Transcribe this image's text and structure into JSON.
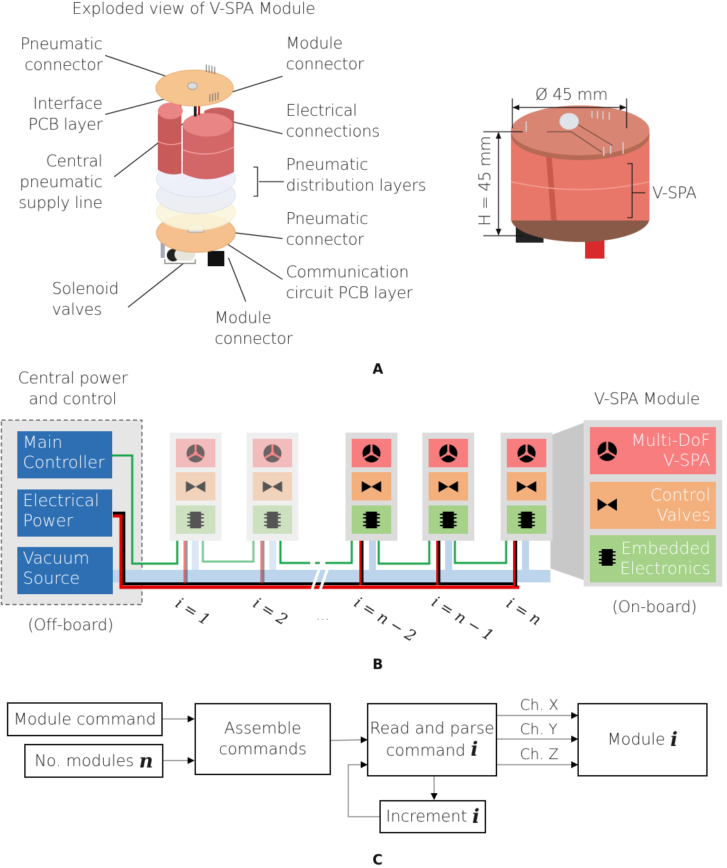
{
  "panel_a": {
    "title": "Exploded view of V-SPA Module",
    "left_labels": [
      {
        "l1": "Pneumatic",
        "l2": "connector"
      },
      {
        "l1": "Interface",
        "l2": "PCB layer"
      },
      {
        "l1": "Central",
        "l2": "pneumatic",
        "l3": "supply line"
      },
      {
        "l1": "Solenoid",
        "l2": "valves"
      }
    ],
    "right_labels": [
      {
        "l1": "Module",
        "l2": "connector"
      },
      {
        "l1": "Electrical",
        "l2": "connections"
      },
      {
        "l1": "Pneumatic",
        "l2": "distribution layers"
      },
      {
        "l1": "Pneumatic",
        "l2": "connector"
      },
      {
        "l1": "Communication",
        "l2": "circuit PCB layer"
      }
    ],
    "bottom_label": {
      "l1": "Module",
      "l2": "connector"
    },
    "photo": {
      "diameter": "Ø 45 mm",
      "height": "H = 45 mm",
      "vspa": "V-SPA"
    },
    "letter": "A"
  },
  "panel_b": {
    "central_title": {
      "l1": "Central power",
      "l2": "and control"
    },
    "central_boxes": [
      {
        "l1": "Main",
        "l2": "Controller"
      },
      {
        "l1": "Electrical",
        "l2": "Power"
      },
      {
        "l1": "Vacuum",
        "l2": "Source"
      }
    ],
    "off_board": "(Off-board)",
    "module_title": "V-SPA Module",
    "on_board": "(On-board)",
    "legend": [
      {
        "l1": "Multi-DoF",
        "l2": "V-SPA",
        "icon": "actuator-icon",
        "color": "#f77d7f"
      },
      {
        "l1": "Control",
        "l2": "Valves",
        "icon": "valve-icon",
        "color": "#f3b07d"
      },
      {
        "l1": "Embedded",
        "l2": "Electronics",
        "icon": "chip-icon",
        "color": "#a5d188"
      }
    ],
    "indices": [
      "i = 1",
      "i = 2",
      "…",
      "i = n − 2",
      "i = n − 1",
      "i = n"
    ],
    "colors": {
      "controller_blue": "#2e6fb3",
      "signal_green": "#1aa44a",
      "power_red": "#e00000",
      "ground_black": "#000000",
      "vacuum_blue": "#bcd4ec"
    },
    "letter": "B"
  },
  "panel_c": {
    "module_command": "Module command",
    "no_modules": "No. modules",
    "no_modules_var": "n",
    "assemble": {
      "l1": "Assemble",
      "l2": "commands"
    },
    "read_parse": {
      "l1": "Read and parse",
      "l2": "command"
    },
    "read_parse_var": "i",
    "channels": [
      "Ch. X",
      "Ch. Y",
      "Ch. Z"
    ],
    "module": "Module",
    "module_var": "i",
    "increment": "Increment",
    "increment_var": "i",
    "letter": "C"
  }
}
